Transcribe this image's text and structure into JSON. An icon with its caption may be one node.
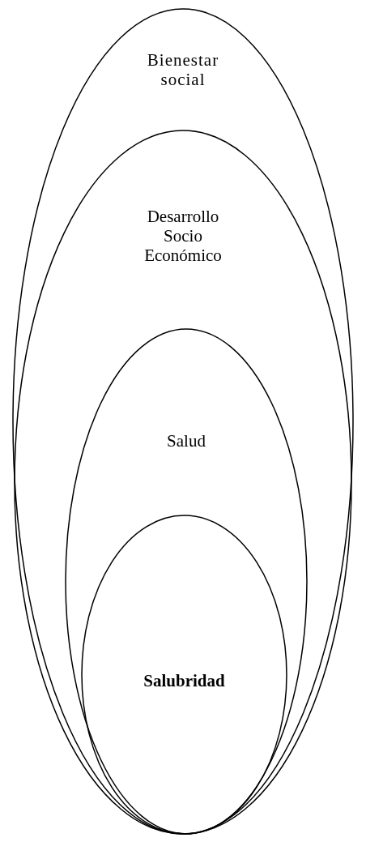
{
  "diagram": {
    "nodes": [
      {
        "text": [
          "Bienestar social"
        ]
      },
      {
        "text": [
          "Desarrollo Socio Económico"
        ],
        "in": 0
      },
      {
        "text": [
          "Salud"
        ],
        "in": 1
      },
      {
        "text": [
          "Salubridad"
        ],
        "in": 2
      }
    ]
  }
}
